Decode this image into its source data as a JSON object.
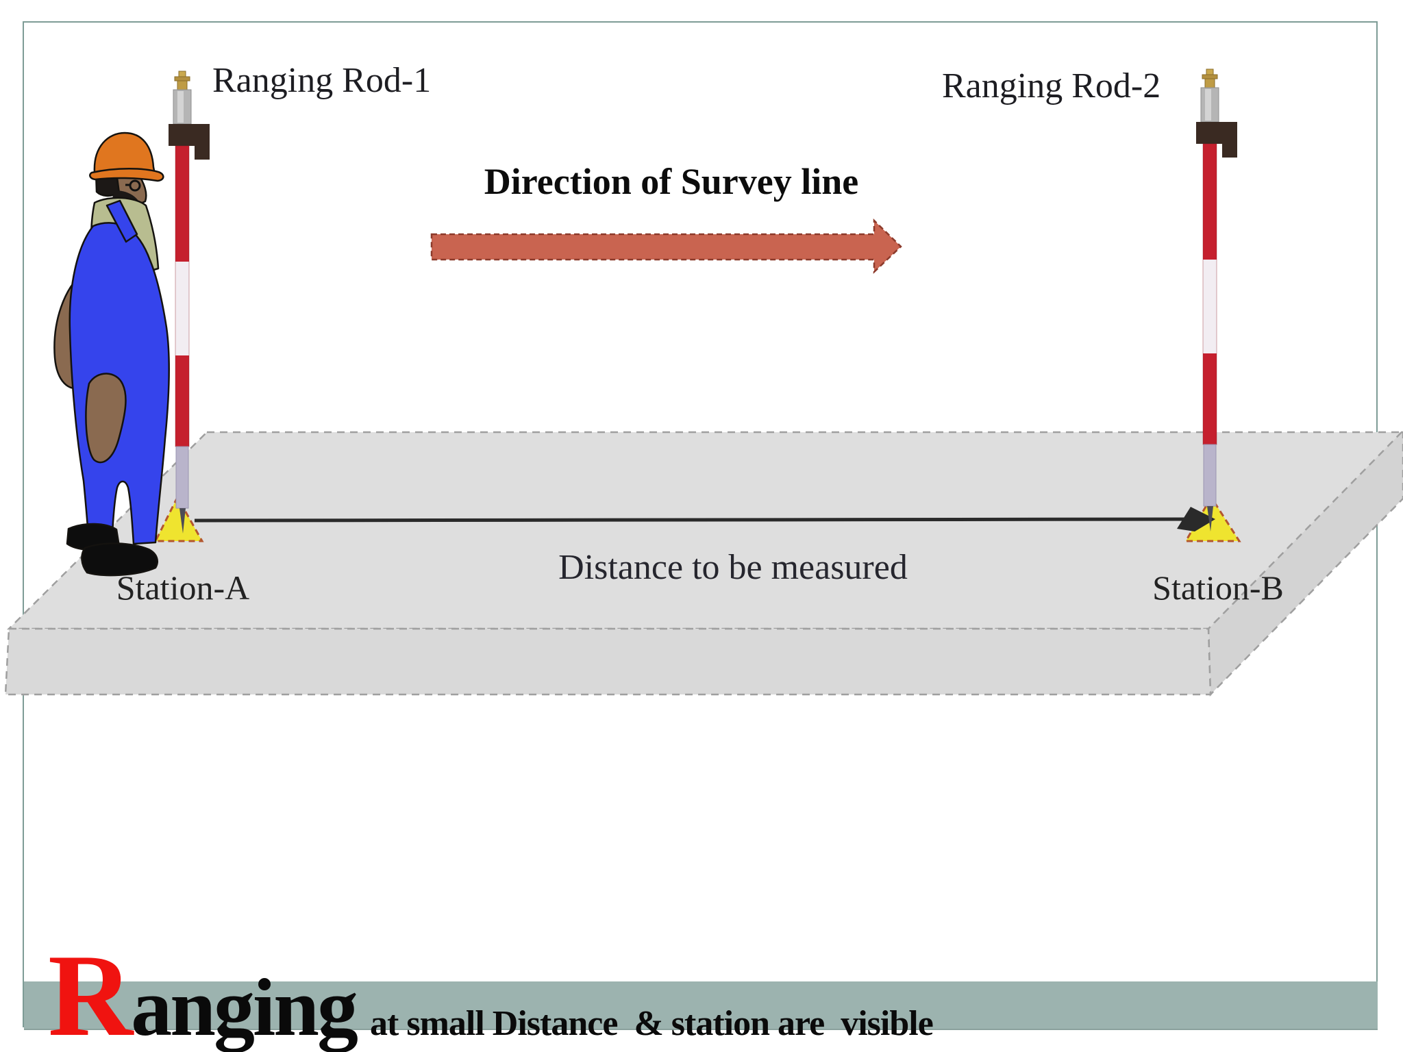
{
  "diagram": {
    "rod1_label": "Ranging Rod-1",
    "rod2_label": "Ranging Rod-2",
    "direction_label": "Direction of Survey line",
    "distance_label": "Distance to be measured",
    "station_a_label": "Station-A",
    "station_b_label": "Station-B"
  },
  "caption": {
    "initial": "R",
    "word_rest": "anging",
    "subtitle": "at small Distance  & station are  visible"
  },
  "icons": {
    "survey_direction_arrow": "right-arrow",
    "station_a_marker": "yellow-triangle",
    "station_b_marker": "yellow-triangle",
    "ranging_rod": "red-white-striped-pole",
    "surveyor": "worker-figure-side-profile"
  },
  "colors": {
    "frame_border": "#7e9c96",
    "banner": "#9cb3af",
    "caption_initial_red": "#f01310",
    "arrow_fill": "#c96450",
    "arrow_border": "#8c3a2b",
    "station_triangle_fill": "#efe42f",
    "station_triangle_border": "#b3562f",
    "rod_red": "#c5202e",
    "rod_white": "#f2edf2",
    "rod_foot_lavender": "#b9b4cb",
    "platform_top": "#dedede",
    "platform_front": "#d9d9d9",
    "platform_side": "#d3d3d3",
    "survey_line": "#2a2a2a",
    "helmet_orange": "#e0761f",
    "overalls_blue": "#3544ec",
    "shirt_khaki": "#b8bd90",
    "skin": "#8a6a50"
  }
}
